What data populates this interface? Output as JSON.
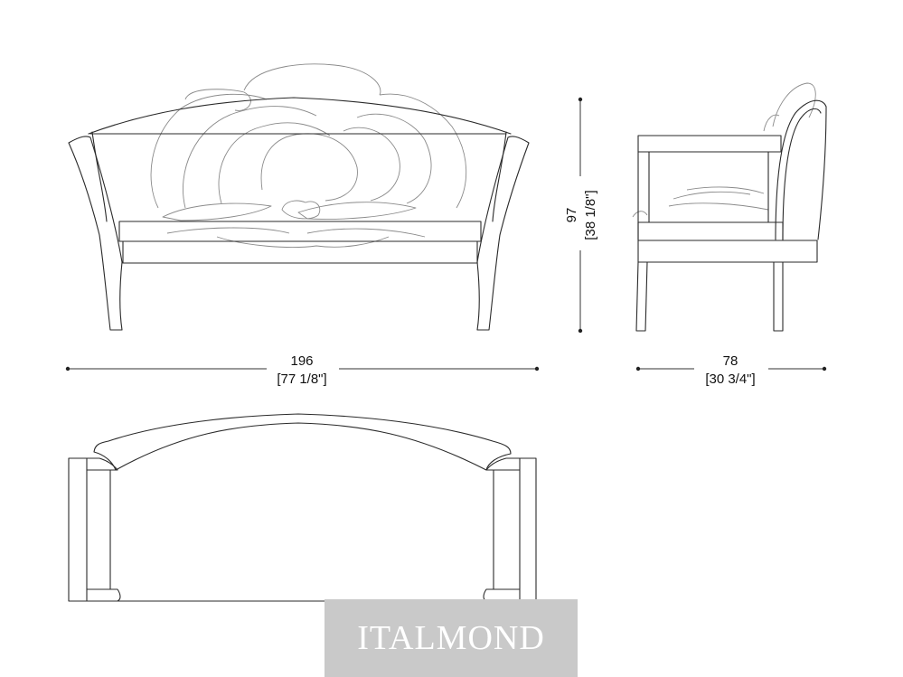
{
  "dimensions": {
    "width": {
      "cm": "196",
      "inches": "[77 1/8\"]"
    },
    "height": {
      "cm": "97",
      "inches": "[38 1/8\"]"
    },
    "depth": {
      "cm": "78",
      "inches": "[30 3/4\"]"
    }
  },
  "views": [
    "front-elevation",
    "side-elevation",
    "plan"
  ],
  "watermark": {
    "text": "ITALMOND"
  },
  "colors": {
    "line": "#2a2a2a",
    "decor": "#8a8a8a",
    "watermark_bg": "#c9c9c9"
  }
}
